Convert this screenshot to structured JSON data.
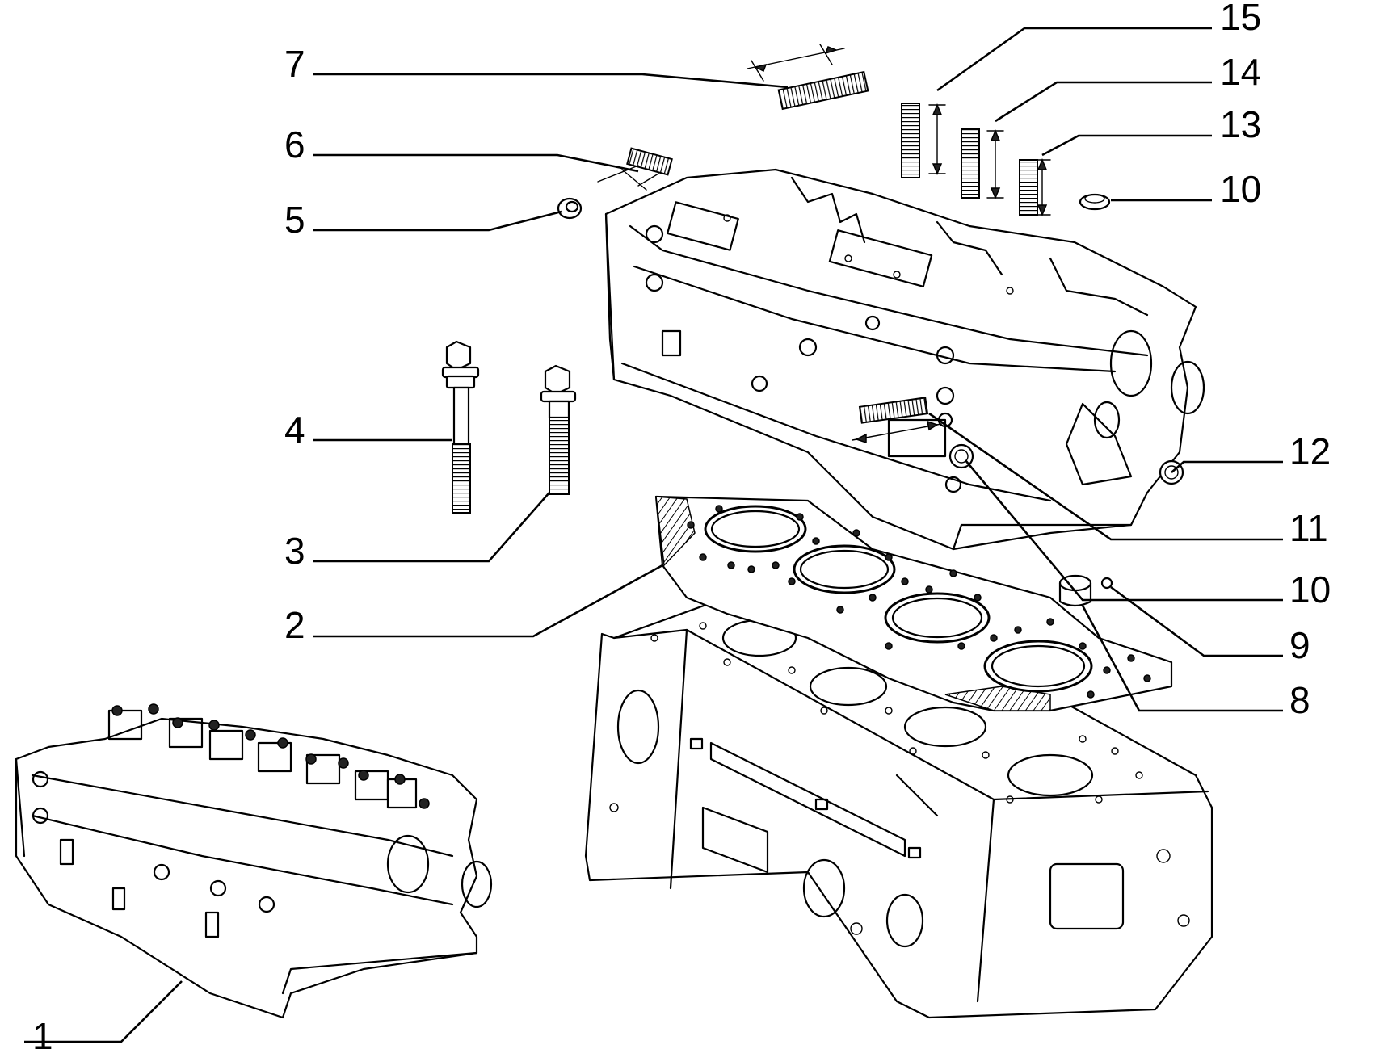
{
  "diagram": {
    "callouts": [
      {
        "id": "c15",
        "label": "15"
      },
      {
        "id": "c14",
        "label": "14"
      },
      {
        "id": "c13",
        "label": "13"
      },
      {
        "id": "c10a",
        "label": "10"
      },
      {
        "id": "c7",
        "label": "7"
      },
      {
        "id": "c6",
        "label": "6"
      },
      {
        "id": "c5",
        "label": "5"
      },
      {
        "id": "c4",
        "label": "4"
      },
      {
        "id": "c3",
        "label": "3"
      },
      {
        "id": "c2",
        "label": "2"
      },
      {
        "id": "c12",
        "label": "12"
      },
      {
        "id": "c11",
        "label": "11"
      },
      {
        "id": "c10b",
        "label": "10"
      },
      {
        "id": "c9",
        "label": "9"
      },
      {
        "id": "c8",
        "label": "8"
      },
      {
        "id": "c1",
        "label": "1"
      }
    ]
  }
}
